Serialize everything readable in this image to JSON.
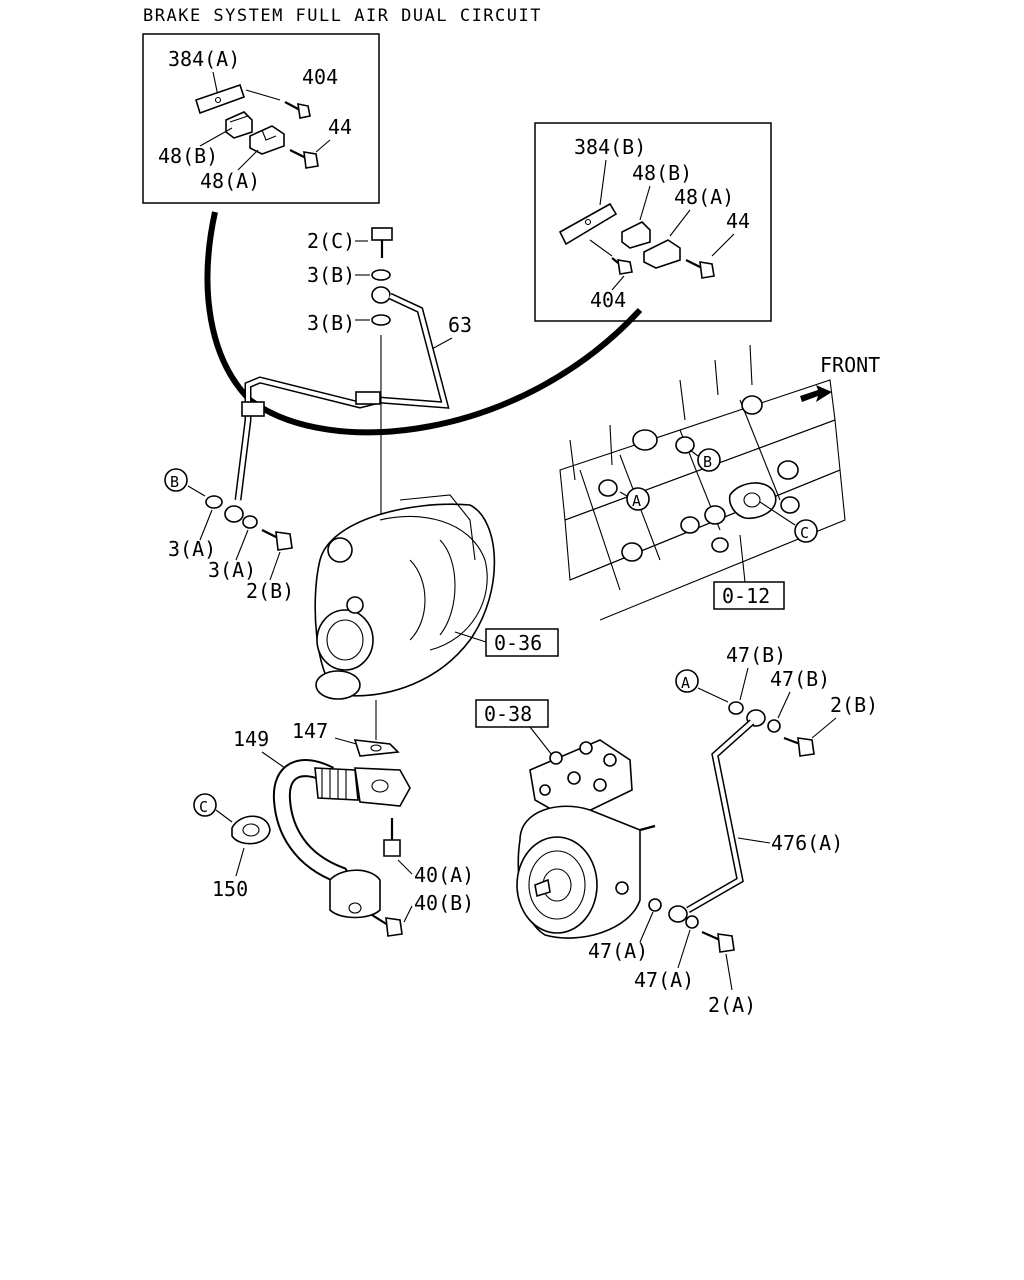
{
  "title": "BRAKE SYSTEM FULL AIR DUAL CIRCUIT",
  "direction_label": "FRONT",
  "inset_left": {
    "labels": {
      "l384a": "384(A)",
      "l404": "404",
      "l44": "44",
      "l48b": "48(B)",
      "l48a": "48(A)"
    }
  },
  "inset_right": {
    "labels": {
      "l384b": "384(B)",
      "l48b": "48(B)",
      "l48a": "48(A)",
      "l44": "44",
      "l404": "404"
    }
  },
  "parts": {
    "p2c": "2(C)",
    "p3b_1": "3(B)",
    "p3b_2": "3(B)",
    "p63": "63",
    "p3a_1": "3(A)",
    "p3a_2": "3(A)",
    "p2b_1": "2(B)",
    "p149": "149",
    "p147": "147",
    "p150": "150",
    "p40a": "40(A)",
    "p40b": "40(B)",
    "p47b_1": "47(B)",
    "p47b_2": "47(B)",
    "p2b_2": "2(B)",
    "p476a": "476(A)",
    "p47a_1": "47(A)",
    "p47a_2": "47(A)",
    "p2a": "2(A)"
  },
  "refs": {
    "r036": "0-36",
    "r012": "0-12",
    "r038": "0-38"
  },
  "callouts": {
    "b_left": "B",
    "c_left": "C",
    "a_right": "A",
    "a_engine": "A",
    "b_engine": "B",
    "c_engine": "C"
  }
}
